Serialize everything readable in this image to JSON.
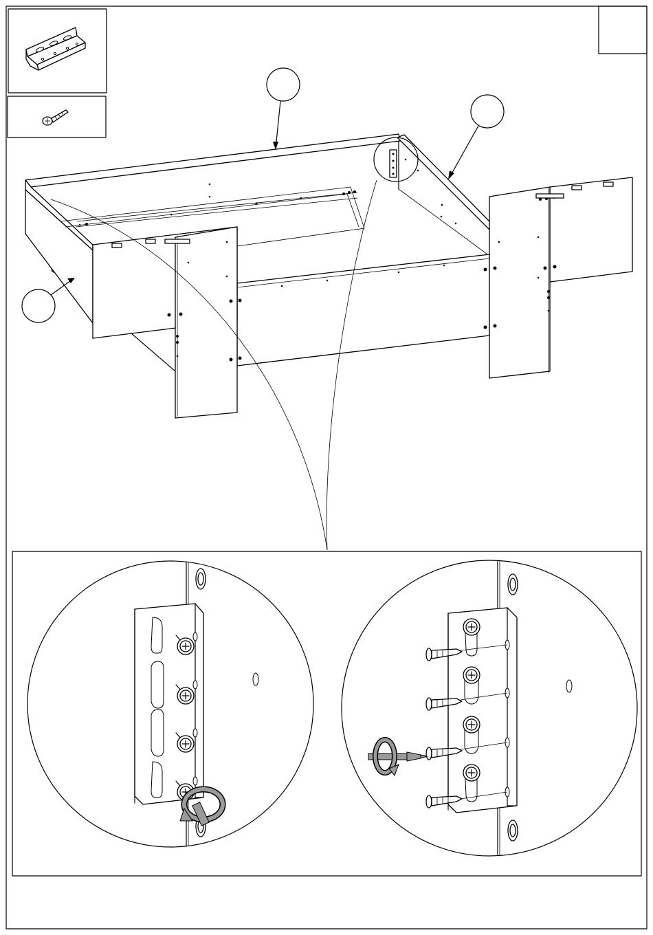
{
  "page": {
    "step_number": "",
    "callouts": [
      {
        "id": "callout-top",
        "label": ""
      },
      {
        "id": "callout-right",
        "label": ""
      },
      {
        "id": "callout-left",
        "label": ""
      }
    ]
  },
  "parts": [
    {
      "id": "bracket",
      "icon": "angle-bracket-icon",
      "quantity": ""
    },
    {
      "id": "screw",
      "icon": "screw-icon",
      "quantity": ""
    }
  ],
  "details": [
    {
      "id": "detail-left",
      "action": "screws-inserted"
    },
    {
      "id": "detail-right",
      "action": "screws-driven-with-screwdriver"
    }
  ]
}
